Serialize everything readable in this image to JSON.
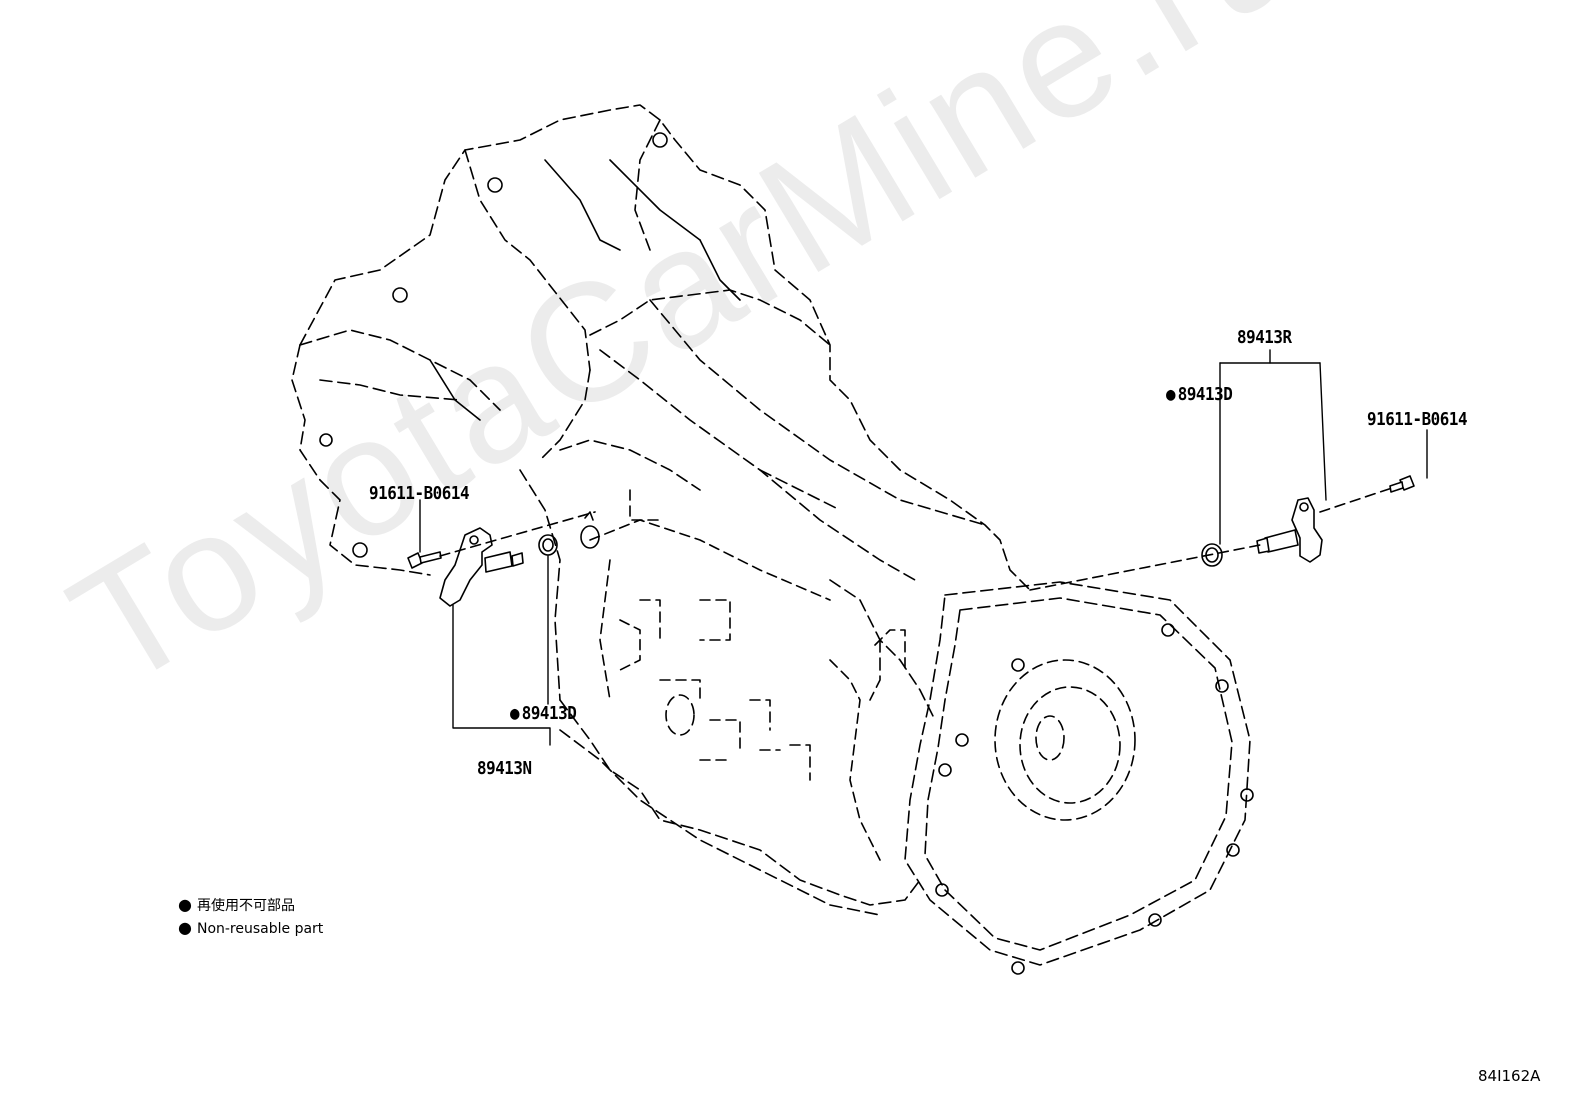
{
  "diagram": {
    "watermark": "ToyotaCarMine.ru",
    "callouts": {
      "left_bolt": "91611-B0614",
      "left_oring": "89413D",
      "left_sensor": "89413N",
      "right_assembly": "89413R",
      "right_oring": "89413D",
      "right_bolt": "91611-B0614"
    },
    "legend": {
      "japanese": "再使用不可部品",
      "english": "Non-reusable part"
    },
    "diagram_code": "84I162A"
  }
}
